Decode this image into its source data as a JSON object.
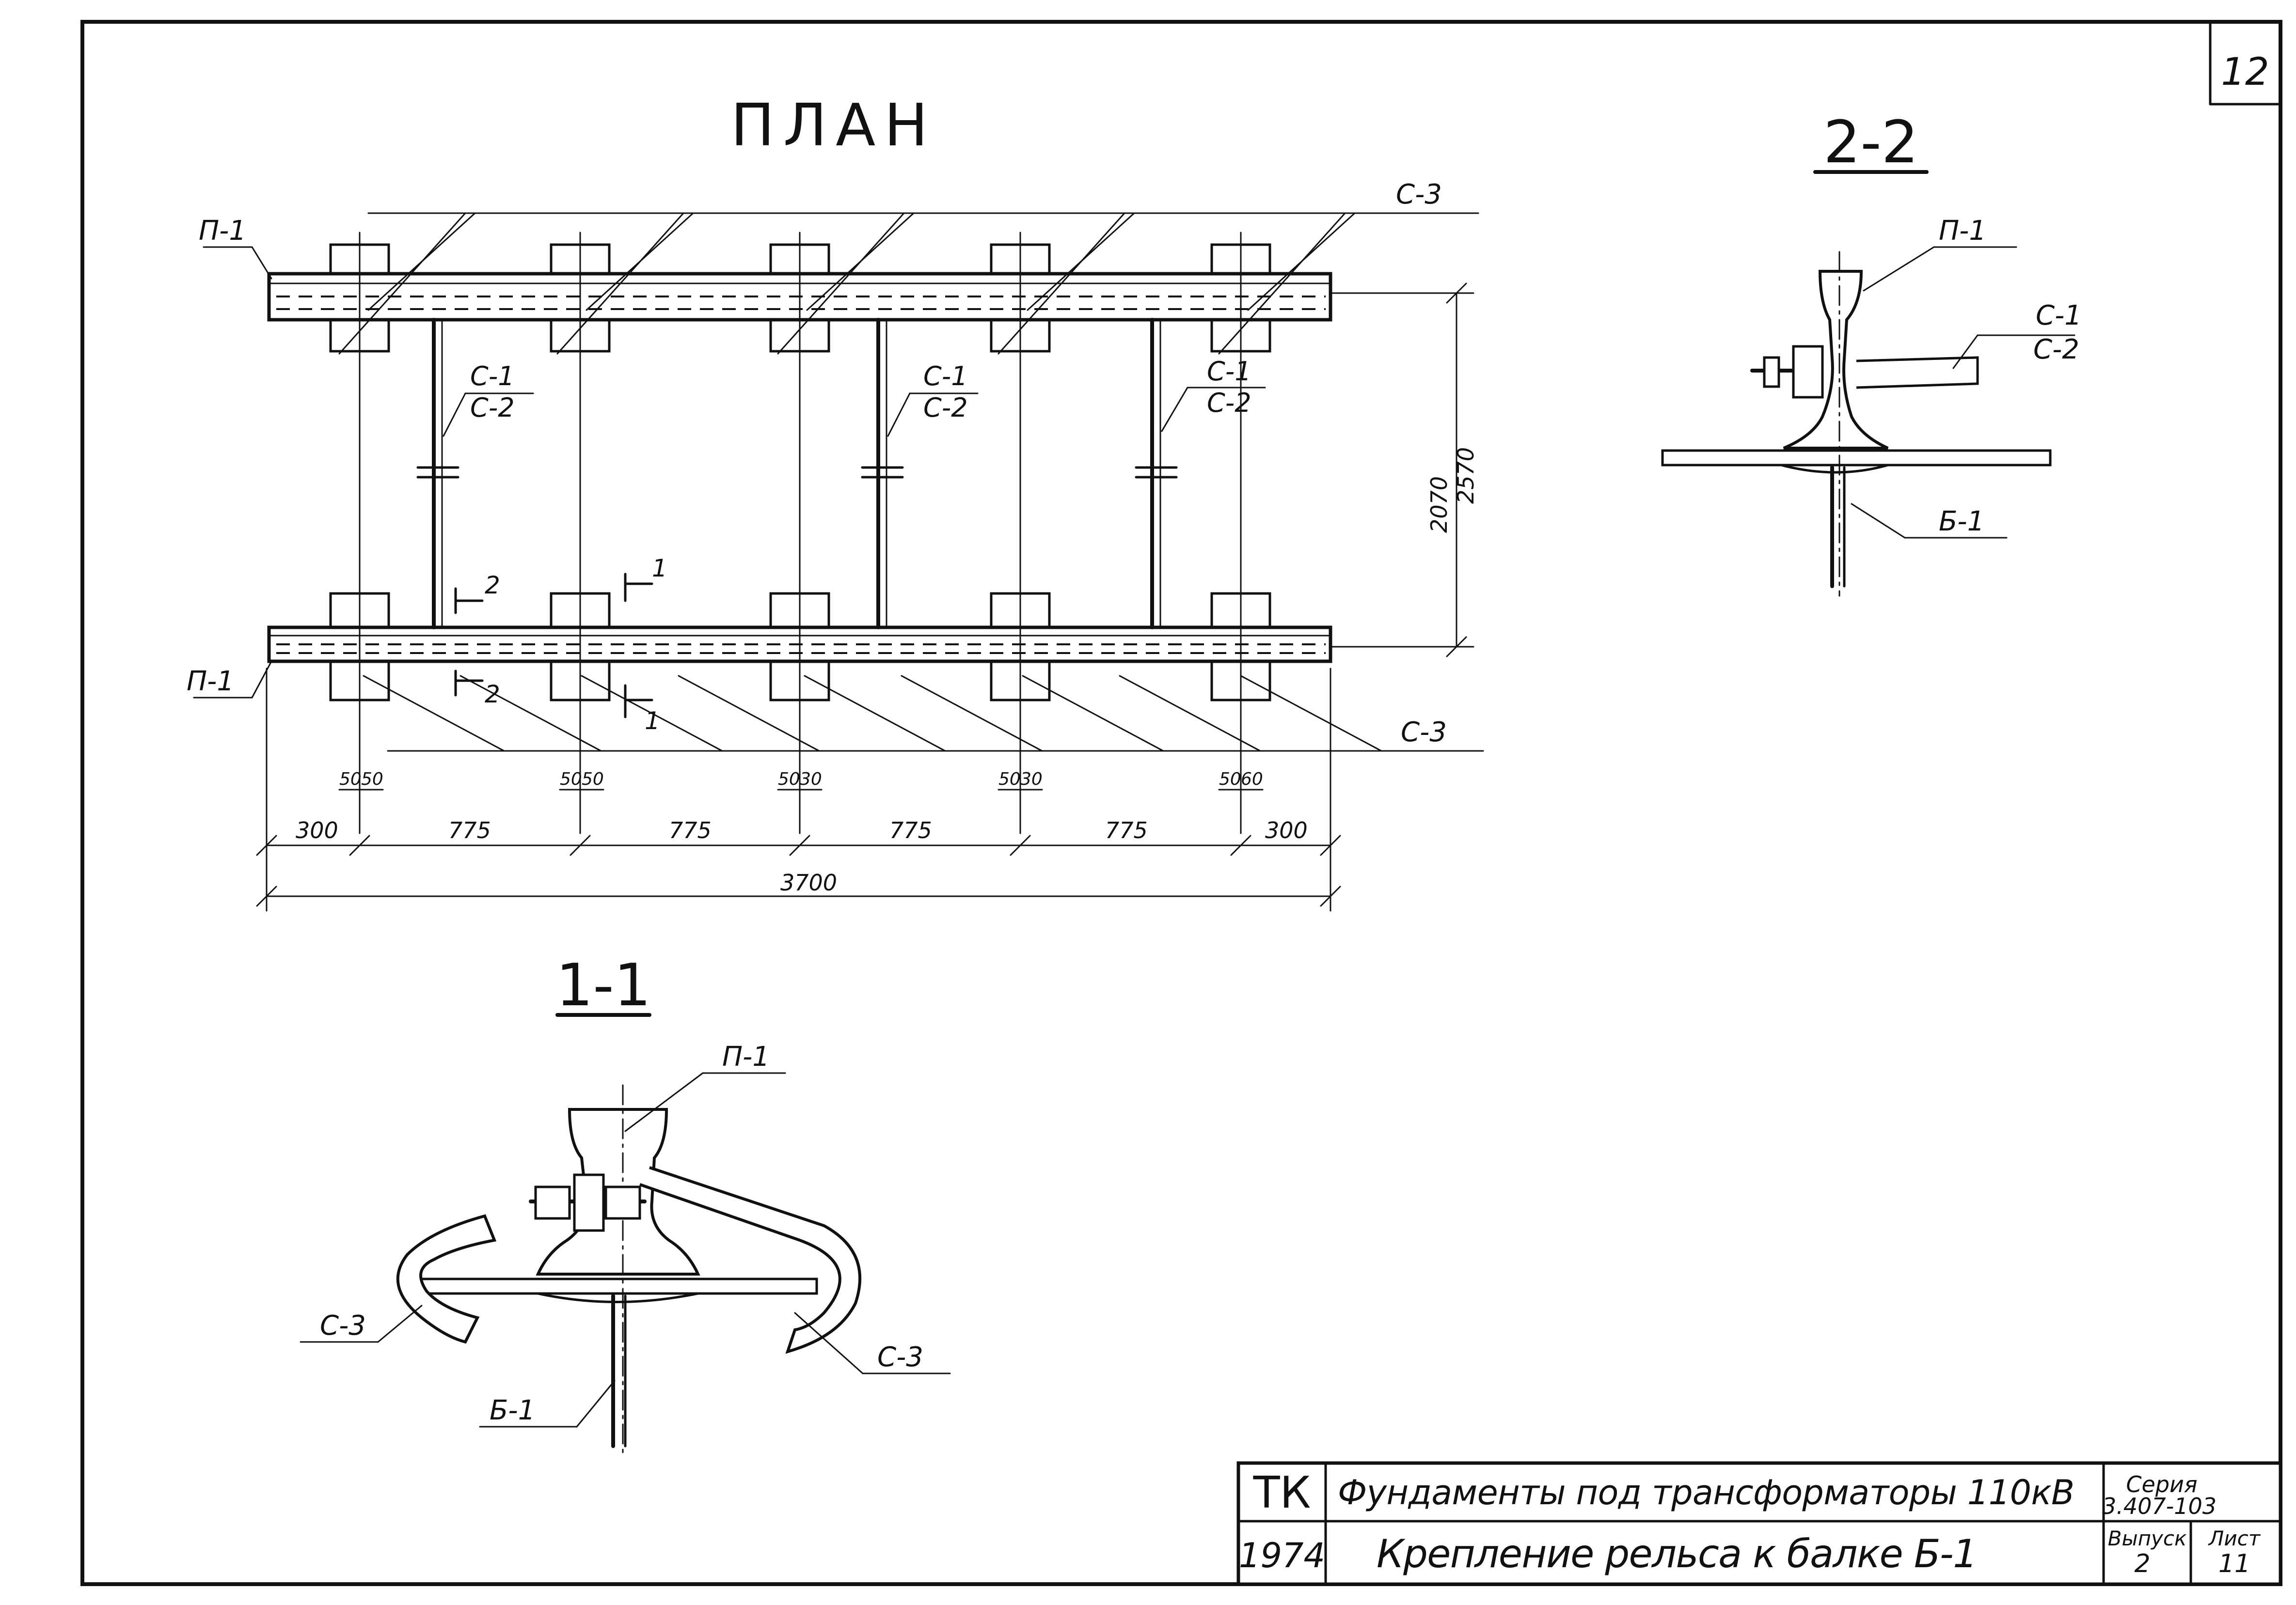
{
  "sheet_number": "12",
  "plan": {
    "title": "ПЛАН",
    "label_p1_top": "П-1",
    "label_p1_bottom": "П-1",
    "label_c3_top": "С-3",
    "label_c3_bottom": "С-3",
    "tie_labels": [
      {
        "top": "С-1",
        "bottom": "С-2"
      },
      {
        "top": "С-1",
        "bottom": "С-2"
      },
      {
        "top": "С-1",
        "bottom": "С-2"
      }
    ],
    "section_marks": [
      {
        "top": "2",
        "bottom": "2"
      },
      {
        "top": "1",
        "bottom": "1"
      }
    ],
    "dim_vertical_inner": "2070",
    "dim_vertical_outer": "2570",
    "dims_small": [
      "50",
      "50",
      "50",
      "50",
      "50",
      "30",
      "50",
      "30",
      "50",
      "60"
    ],
    "dims_spacing": [
      "300",
      "775",
      "775",
      "775",
      "775",
      "300"
    ],
    "dim_total": "3700"
  },
  "section_2_2": {
    "title": "2-2",
    "label_p1": "П-1",
    "label_c1": "С-1",
    "label_c2": "С-2",
    "label_b1": "Б-1"
  },
  "section_1_1": {
    "title": "1-1",
    "label_p1": "П-1",
    "label_c3_left": "С-3",
    "label_c3_right": "С-3",
    "label_b1": "Б-1"
  },
  "title_block": {
    "org": "ТК",
    "year": "1974",
    "project": "Фундаменты под трансформаторы 110кВ",
    "drawing": "Крепление рельса к балке Б-1",
    "series_label": "Серия",
    "series": "3.407-103",
    "issue_label": "Выпуск",
    "issue": "2",
    "sheet_label": "Лист",
    "sheet": "11"
  },
  "colors": {
    "ink": "#111111",
    "paper": "#ffffff"
  }
}
